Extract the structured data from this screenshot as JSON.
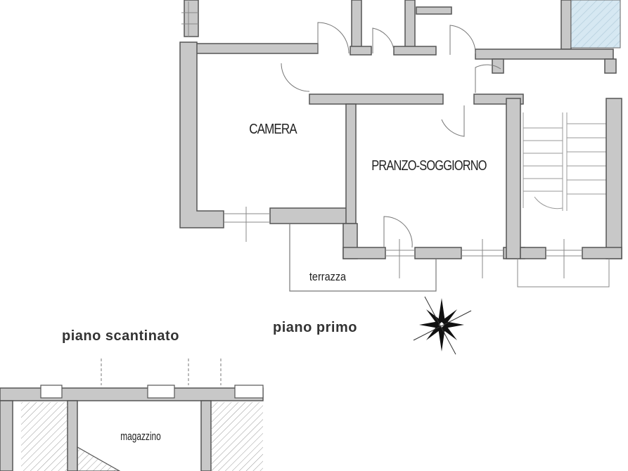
{
  "floors": {
    "primo": {
      "title": "piano primo",
      "rooms": {
        "camera": "CAMERA",
        "pranzo": "PRANZO-SOGGIORNO",
        "terrazza": "terrazza"
      }
    },
    "scantinato": {
      "title": "piano scantinato",
      "rooms": {
        "magazzino": "magazzino"
      }
    }
  },
  "colors": {
    "wall_fill": "#c8c8c8",
    "wall_stroke": "#555555",
    "hatch": "#9a9a9a",
    "glass": "#d6e8f2",
    "text": "#222222"
  },
  "icons": [
    "compass-rose-icon"
  ]
}
